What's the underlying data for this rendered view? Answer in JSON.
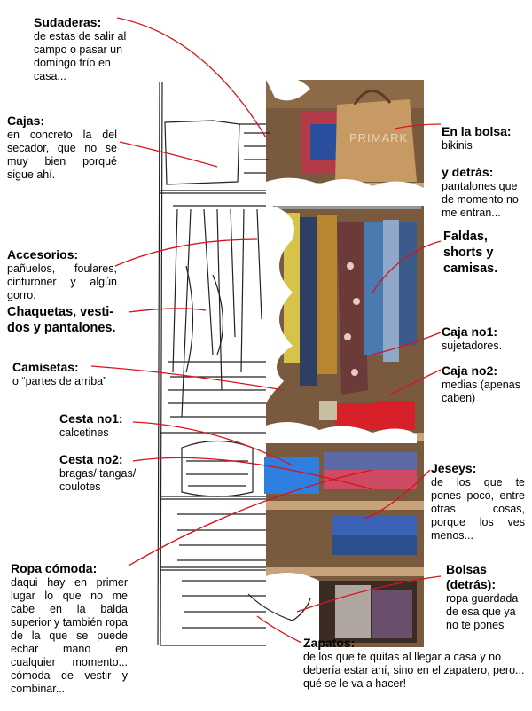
{
  "labels": {
    "sudaderas": {
      "title": "Sudaderas:",
      "text": "de estas de salir al campo o pasar un domingo frío en casa..."
    },
    "cajas": {
      "title": "Cajas:",
      "text": "en concreto la del secador, que no se muy bien porqué sigue ahí."
    },
    "accesorios": {
      "title": "Accesorios:",
      "text": "pañuelos, foulares, cinturoner y algún gorro."
    },
    "chaquetas": {
      "title": "Chaquetas, vesti-dos y pantalones."
    },
    "camisetas": {
      "title": "Camisetas:",
      "text": "o “partes de arriba”"
    },
    "cesta1": {
      "title": "Cesta no1:",
      "text": "calcetines"
    },
    "cesta2": {
      "title": "Cesta no2:",
      "text": "bragas/ tangas/ coulotes"
    },
    "ropa_comoda": {
      "title": "Ropa cómoda:",
      "text": "daqui hay en primer lugar lo que no me cabe en la balda superior y también ropa de la que se puede echar mano en cualquier momento... cómoda de vestir y combinar..."
    },
    "en_la_bolsa": {
      "title": "En la bolsa:",
      "text": "bikinis"
    },
    "y_detras": {
      "title": "y detrás:",
      "text": "pantalones que de momento no me entran..."
    },
    "faldas": {
      "title": "Faldas, shorts y camisas."
    },
    "caja1": {
      "title": "Caja no1:",
      "text": "sujetadores."
    },
    "caja2": {
      "title": "Caja no2:",
      "text": "medias (apenas caben)"
    },
    "jerseys": {
      "title": "Jeseys:",
      "text": "de los que te pones poco, entre otras cosas, porque los ves menos..."
    },
    "bolsas": {
      "title": "Bolsas (detrás):",
      "text": "ropa guardada de esa que ya no te pones"
    },
    "zapatos": {
      "title": "Zapatos:",
      "text": "de los que te quitas al llegar a casa y no debería estar ahí, sino en el zapatero, pero... qué se le va a hacer!"
    }
  },
  "photo": {
    "bag_text": "PRIMARK"
  },
  "colors": {
    "line": "#d6141c",
    "sketch": "#222222",
    "wood": "#a67a4e",
    "bag": "#c79a63",
    "box_red": "#d8202a",
    "basket_blue": "#2f7fe0"
  }
}
